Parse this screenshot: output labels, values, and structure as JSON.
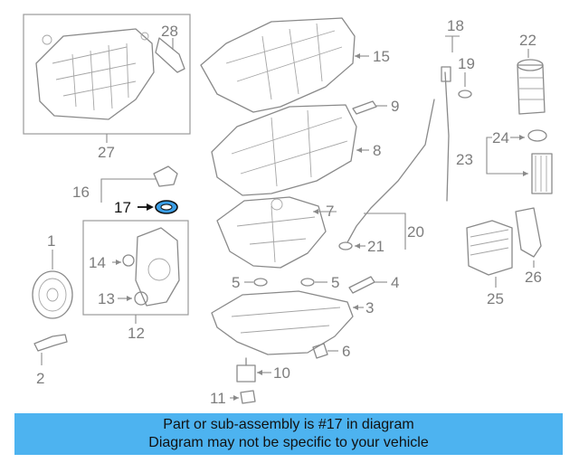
{
  "callouts": {
    "c1": "1",
    "c2": "2",
    "c3": "3",
    "c4": "4",
    "c5a": "5",
    "c5b": "5",
    "c6": "6",
    "c7": "7",
    "c8": "8",
    "c9": "9",
    "c10": "10",
    "c11": "11",
    "c12": "12",
    "c13": "13",
    "c14": "14",
    "c15": "15",
    "c16": "16",
    "c17": "17",
    "c18": "18",
    "c19": "19",
    "c20": "20",
    "c21": "21",
    "c22": "22",
    "c23": "23",
    "c24": "24",
    "c25": "25",
    "c26": "26",
    "c27": "27",
    "c28": "28"
  },
  "highlighted_part": "17",
  "banner": {
    "line1": "Part or sub-assembly is #17 in diagram",
    "line2": "Diagram may not be specific to your vehicle",
    "color": "#4db3f0"
  }
}
